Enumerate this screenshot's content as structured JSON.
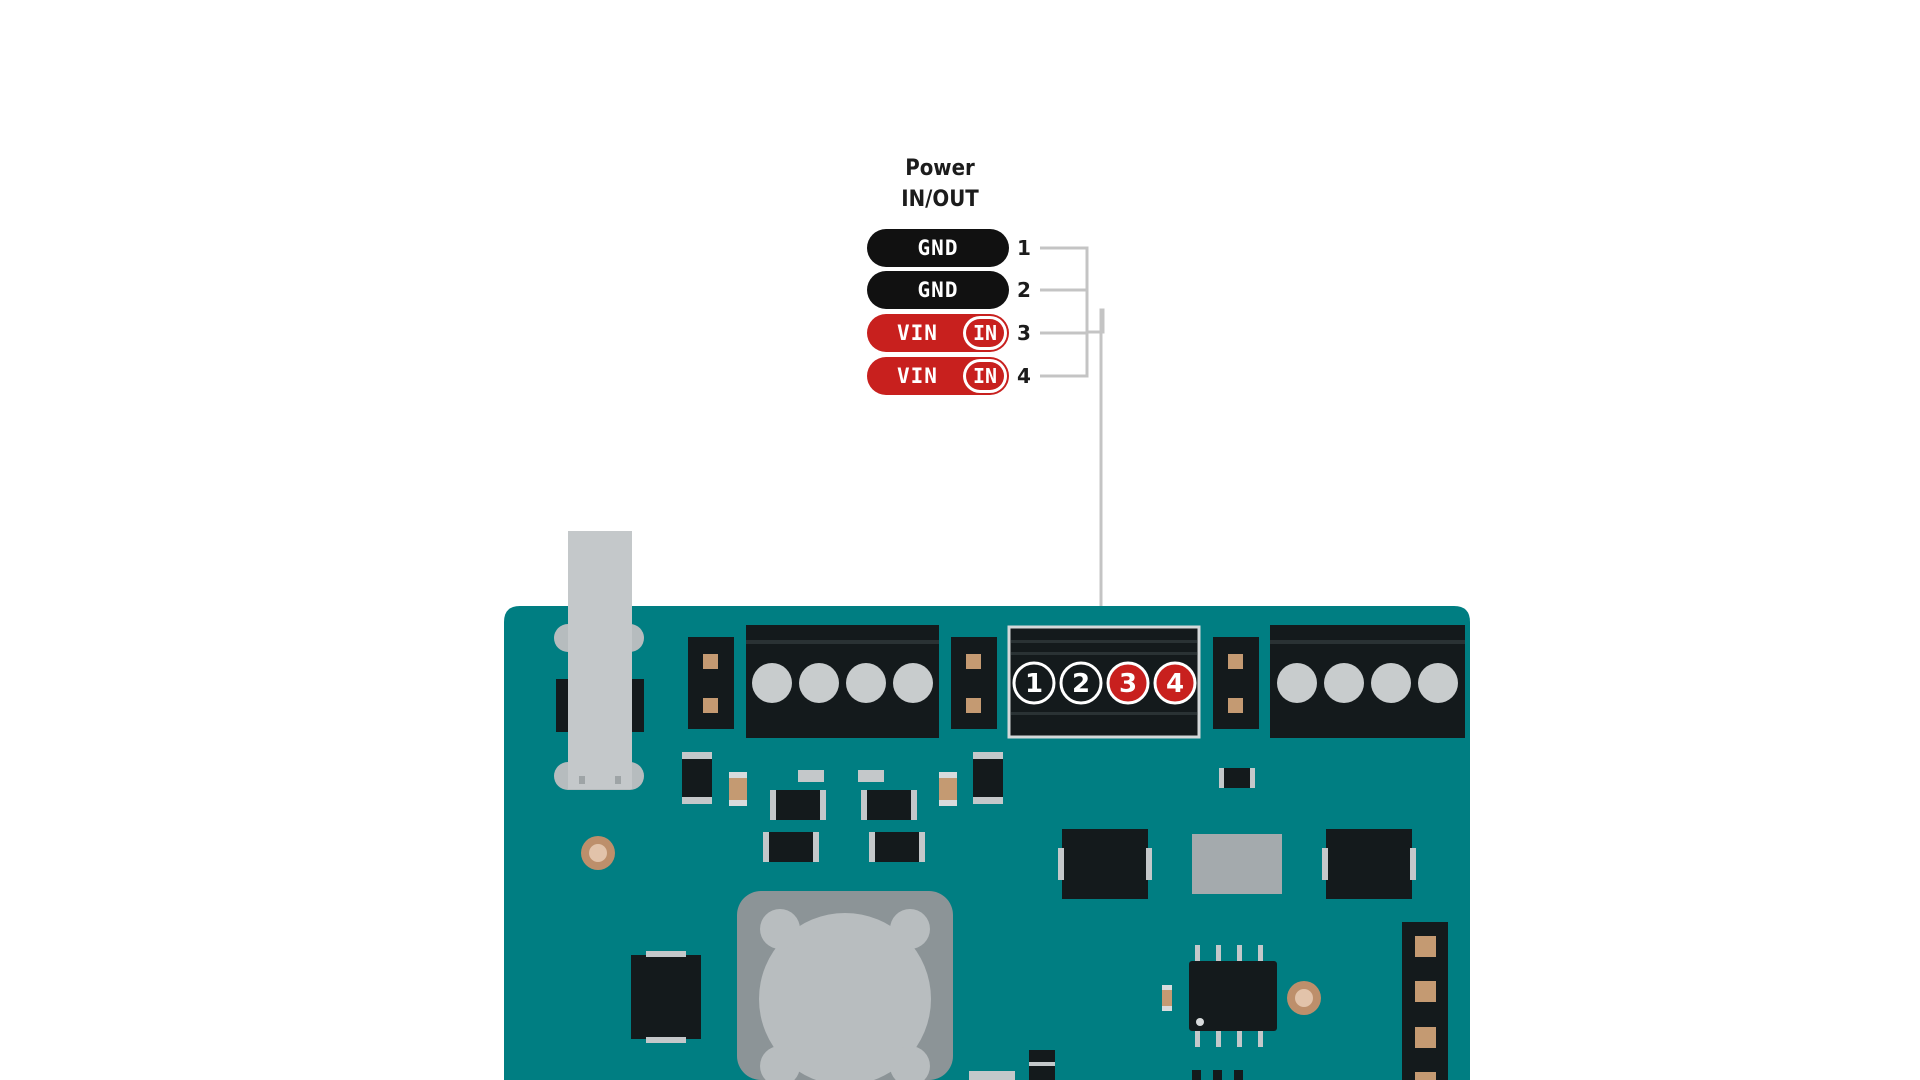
{
  "diagram": {
    "group_title_line1": "Power",
    "group_title_line2": "IN/OUT",
    "pins": [
      {
        "number": "1",
        "name": "GND",
        "direction": ""
      },
      {
        "number": "2",
        "name": "GND",
        "direction": ""
      },
      {
        "number": "3",
        "name": "VIN",
        "direction": "IN"
      },
      {
        "number": "4",
        "name": "VIN",
        "direction": "IN"
      }
    ],
    "terminal_numbers": [
      "1",
      "2",
      "3",
      "4"
    ],
    "colors": {
      "board": "#007e82",
      "gnd_label": "#111111",
      "vin_label": "#c8201e",
      "connector_line": "#c4c4c4",
      "component_dark": "#141a1c",
      "component_gray": "#a4aaad"
    }
  }
}
